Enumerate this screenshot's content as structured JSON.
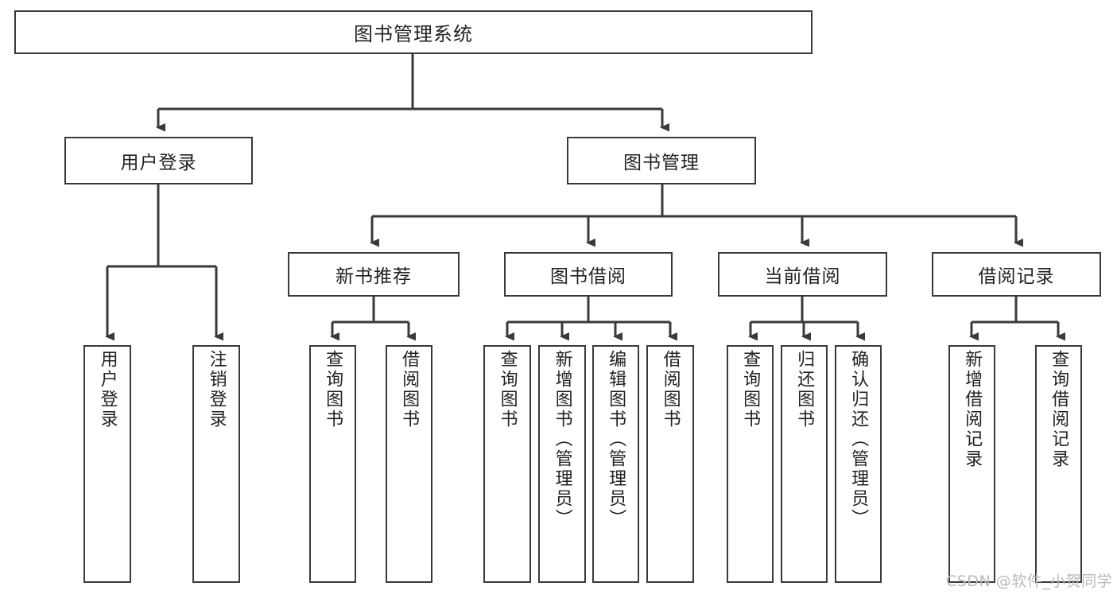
{
  "diagram": {
    "type": "tree-hierarchy",
    "title": "图书管理系统",
    "root": {
      "label": "图书管理系统"
    },
    "level1": [
      {
        "label": "用户登录"
      },
      {
        "label": "图书管理"
      }
    ],
    "level2": [
      {
        "label": "新书推荐",
        "parent": "图书管理"
      },
      {
        "label": "图书借阅",
        "parent": "图书管理"
      },
      {
        "label": "当前借阅",
        "parent": "图书管理"
      },
      {
        "label": "借阅记录",
        "parent": "图书管理"
      }
    ],
    "leaves": [
      {
        "label": "用户登录",
        "parent": "用户登录"
      },
      {
        "label": "注销登录",
        "parent": "用户登录"
      },
      {
        "label": "查询图书",
        "parent": "新书推荐"
      },
      {
        "label": "借阅图书",
        "parent": "新书推荐"
      },
      {
        "label": "查询图书",
        "parent": "图书借阅"
      },
      {
        "label": "新增图书（管理员）",
        "parent": "图书借阅"
      },
      {
        "label": "编辑图书（管理员）",
        "parent": "图书借阅"
      },
      {
        "label": "借阅图书",
        "parent": "图书借阅"
      },
      {
        "label": "查询图书",
        "parent": "当前借阅"
      },
      {
        "label": "归还图书",
        "parent": "当前借阅"
      },
      {
        "label": "确认归还（管理员）",
        "parent": "当前借阅"
      },
      {
        "label": "新增借阅记录",
        "parent": "借阅记录"
      },
      {
        "label": "查询借阅记录",
        "parent": "借阅记录"
      }
    ]
  },
  "watermark": {
    "text": "CSDN @软件_小贺同学"
  },
  "colors": {
    "stroke": "#3a3a3a",
    "text": "#222222",
    "background": "#ffffff",
    "watermark": "#b9b9b9"
  }
}
